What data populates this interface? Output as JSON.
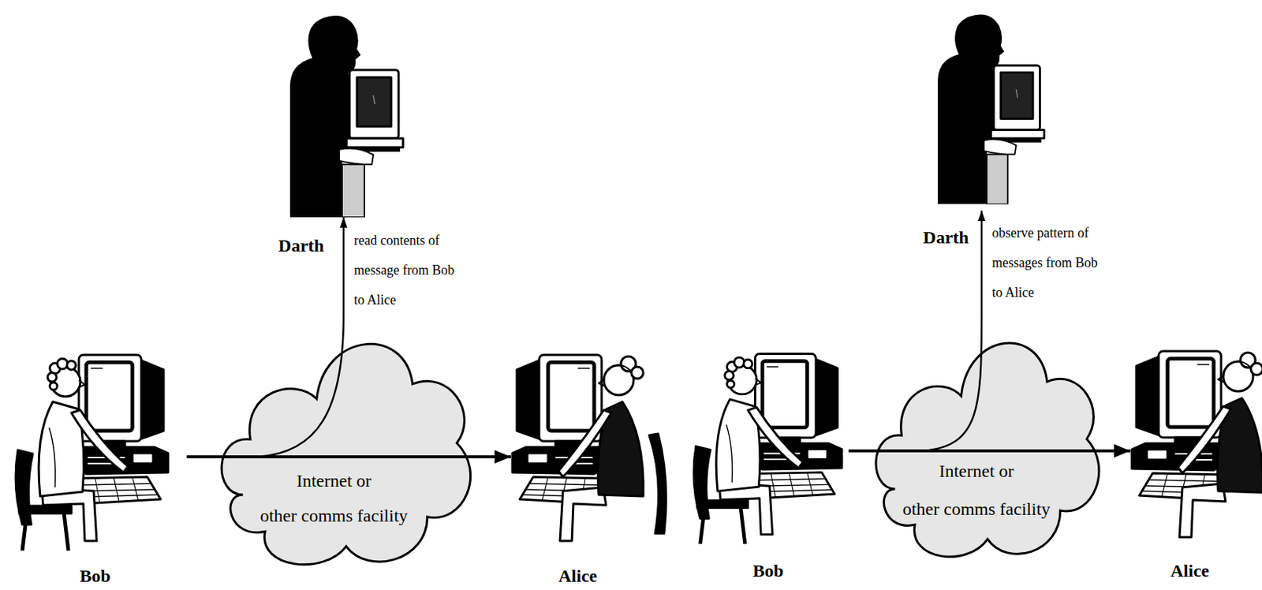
{
  "diagram": {
    "nodes": [
      {
        "text": [
          "Darth"
        ]
      },
      {
        "text": [
          "Bob"
        ]
      },
      {
        "text": [
          "Internet or",
          "other comms facility"
        ]
      },
      {
        "text": [
          "Alice"
        ]
      },
      {
        "text": [
          "Darth"
        ]
      },
      {
        "text": [
          "Bob"
        ]
      },
      {
        "text": [
          "Internet or",
          "other comms facility"
        ]
      },
      {
        "text": [
          "Alice"
        ]
      }
    ],
    "edges": [
      {
        "from": 1,
        "to": 3,
        "arrow": "to"
      },
      {
        "from": 2,
        "to": 0,
        "label": "read contents of message from Bob to Alice",
        "arrow": "to"
      },
      {
        "from": 5,
        "to": 7,
        "arrow": "to"
      },
      {
        "from": 6,
        "to": 4,
        "label": "observe pattern of messages from Bob to Alice",
        "arrow": "to"
      }
    ]
  }
}
